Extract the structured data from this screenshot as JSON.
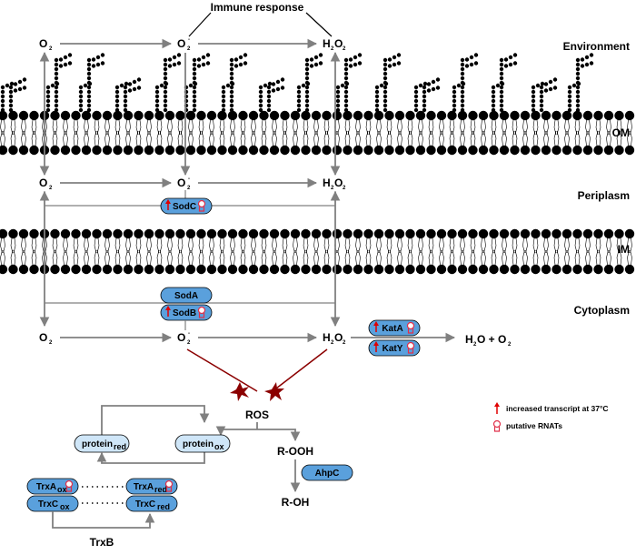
{
  "regions": {
    "environment": "Environment",
    "om": "OM",
    "periplasm": "Periplasm",
    "im": "IM",
    "cytoplasm": "Cytoplasm"
  },
  "immune_response": "Immune response",
  "molecules": {
    "o2": "O",
    "o2_sub": "2",
    "superoxide": "O",
    "superoxide_sub": "2",
    "superoxide_sup": "-",
    "h2o2_h": "H",
    "h2o2_sub1": "2",
    "h2o2_o": "O",
    "h2o2_sub2": "2",
    "h2o_o2": "H",
    "ros": "ROS",
    "r_ooh": "R-OOH",
    "r_oh": "R-OH"
  },
  "product": {
    "h": "H",
    "sub1": "2",
    "o_plus": "O + O",
    "sub2": "2"
  },
  "enzymes": {
    "sodc": "SodC",
    "soda": "SodA",
    "sodb": "SodB",
    "kata": "KatA",
    "katy": "KatY",
    "ahpc": "AhpC",
    "trxb": "TrxB",
    "protein_red": "protein",
    "protein_red_sub": "red",
    "protein_ox": "protein",
    "protein_ox_sub": "ox",
    "trxa_ox": "TrxA",
    "trxa_ox_sub": "ox",
    "trxa_red": "TrxA",
    "trxa_red_sub": "red",
    "trxc_ox": "TrxC",
    "trxc_ox_sub": "ox",
    "trxc_red": "TrxC",
    "trxc_red_sub": "red"
  },
  "legend": {
    "increased": "increased transcript at 37°C",
    "rnat": "putative RNATs"
  },
  "colors": {
    "arrow": "#808080",
    "enzyme_fill": "#5aa0dc",
    "protein_fill": "#cfe6f8",
    "ros_arrow": "#8b0000",
    "increase_arrow": "#e00000",
    "rnat": "#e0304a"
  }
}
